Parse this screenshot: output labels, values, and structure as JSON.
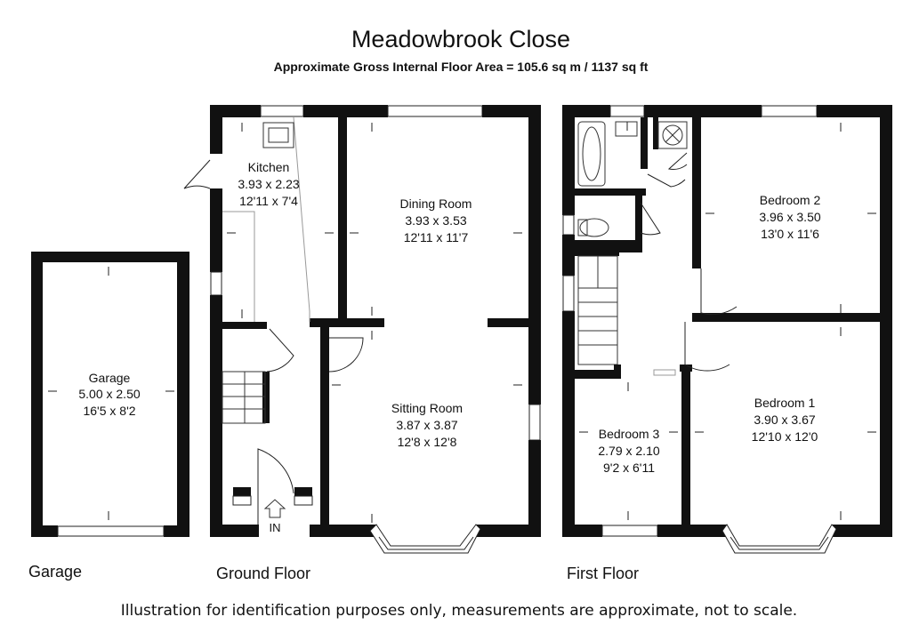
{
  "header": {
    "title": "Meadowbrook Close",
    "subtitle": "Approximate Gross Internal Floor Area = 105.6 sq m / 1137 sq ft"
  },
  "rooms": [
    {
      "id": "garage",
      "name": "Garage",
      "metric": "5.00 x 2.50",
      "imperial": "16'5 x 8'2"
    },
    {
      "id": "kitchen",
      "name": "Kitchen",
      "metric": "3.93 x 2.23",
      "imperial": "12'11 x 7'4"
    },
    {
      "id": "dining",
      "name": "Dining Room",
      "metric": "3.93 x 3.53",
      "imperial": "12'11 x 11'7"
    },
    {
      "id": "sitting",
      "name": "Sitting Room",
      "metric": "3.87 x 3.87",
      "imperial": "12'8 x 12'8"
    },
    {
      "id": "bedroom2",
      "name": "Bedroom 2",
      "metric": "3.96 x 3.50",
      "imperial": "13'0 x 11'6"
    },
    {
      "id": "bedroom1",
      "name": "Bedroom 1",
      "metric": "3.90 x 3.67",
      "imperial": "12'10 x 12'0"
    },
    {
      "id": "bedroom3",
      "name": "Bedroom 3",
      "metric": "2.79 x 2.10",
      "imperial": "9'2 x 6'11"
    }
  ],
  "floors": {
    "garage": "Garage",
    "ground": "Ground Floor",
    "first": "First Floor"
  },
  "entrance_label": "IN",
  "footer": {
    "disclaimer": "Illustration for identification purposes only, measurements are approximate, not to scale."
  }
}
